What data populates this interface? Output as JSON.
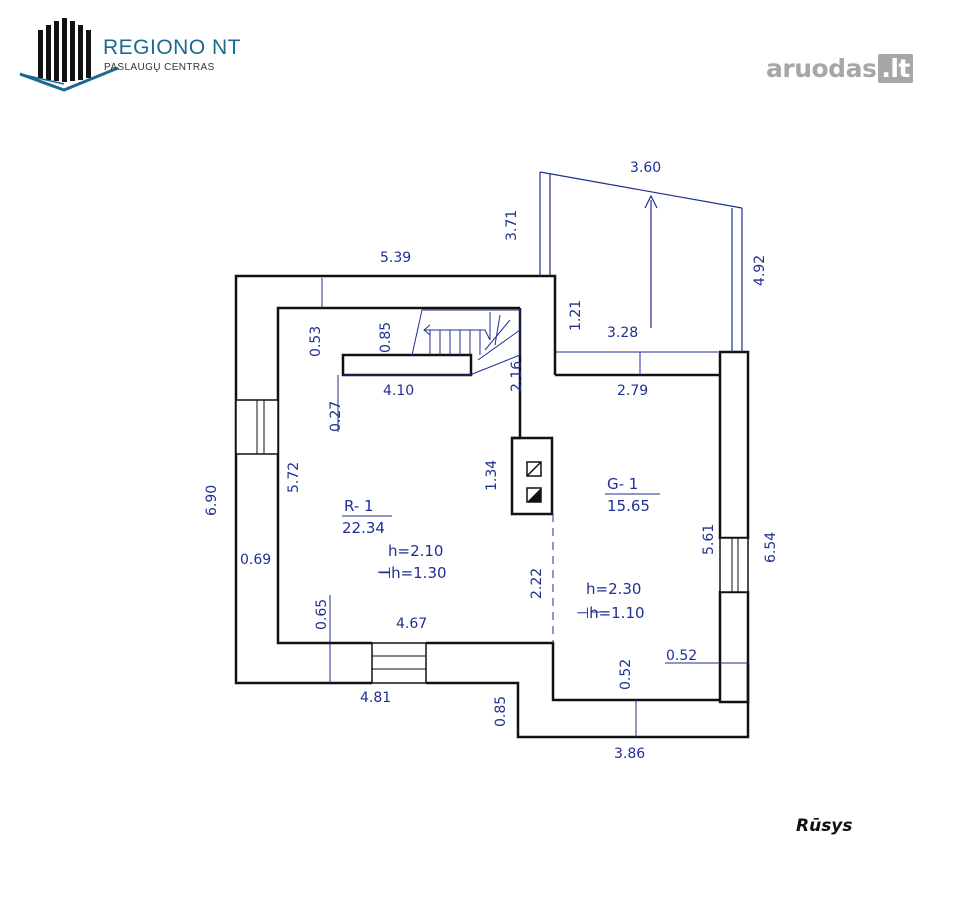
{
  "header": {
    "company_name": "REGIONO NT",
    "company_sub": "PASLAUGŲ CENTRAS",
    "brand_name": "aruodas",
    "brand_tld": ".lt"
  },
  "plan": {
    "rooms": [
      {
        "code": "R- 1",
        "area": "22.34",
        "height": "h=2.10",
        "height2": "⊣h=1.30"
      },
      {
        "code": "G- 1",
        "area": "15.65",
        "height": "h=2.30",
        "height2": "⊣h=1.10"
      }
    ],
    "dimensions": [
      "3.60",
      "3.71",
      "4.92",
      "5.39",
      "1.21",
      "3.28",
      "0.53",
      "0.85",
      "2.16",
      "4.10",
      "2.79",
      "0.27",
      "6.90",
      "5.72",
      "1.34",
      "5.61",
      "6.54",
      "0.69",
      "2.22",
      "0.65",
      "4.67",
      "0.52",
      "0.52",
      "4.81",
      "0.85",
      "3.86"
    ],
    "colors": {
      "lines": "#1f2f93",
      "walls": "#111111"
    }
  },
  "caption": "Rūsys"
}
